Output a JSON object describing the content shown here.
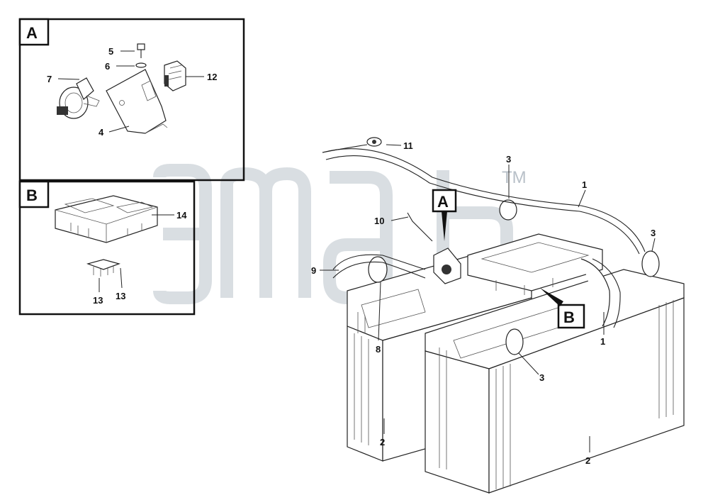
{
  "detail_boxes": [
    {
      "id": "A",
      "label": "A"
    },
    {
      "id": "B",
      "label": "B"
    }
  ],
  "pointer_labels": {
    "a": "A",
    "b": "B"
  },
  "watermark": {
    "tm": "TM"
  },
  "callouts": {
    "c1a": "1",
    "c1b": "1",
    "c2a": "2",
    "c2b": "2",
    "c3a": "3",
    "c3b": "3",
    "c3c": "3",
    "c4": "4",
    "c5": "5",
    "c6": "6",
    "c7": "7",
    "c8": "8",
    "c9": "9",
    "c10": "10",
    "c11": "11",
    "c12": "12",
    "c13a": "13",
    "c13b": "13",
    "c14": "14"
  },
  "colors": {
    "ink": "#111111",
    "watermark": "#c9d0d6",
    "background": "#ffffff"
  }
}
